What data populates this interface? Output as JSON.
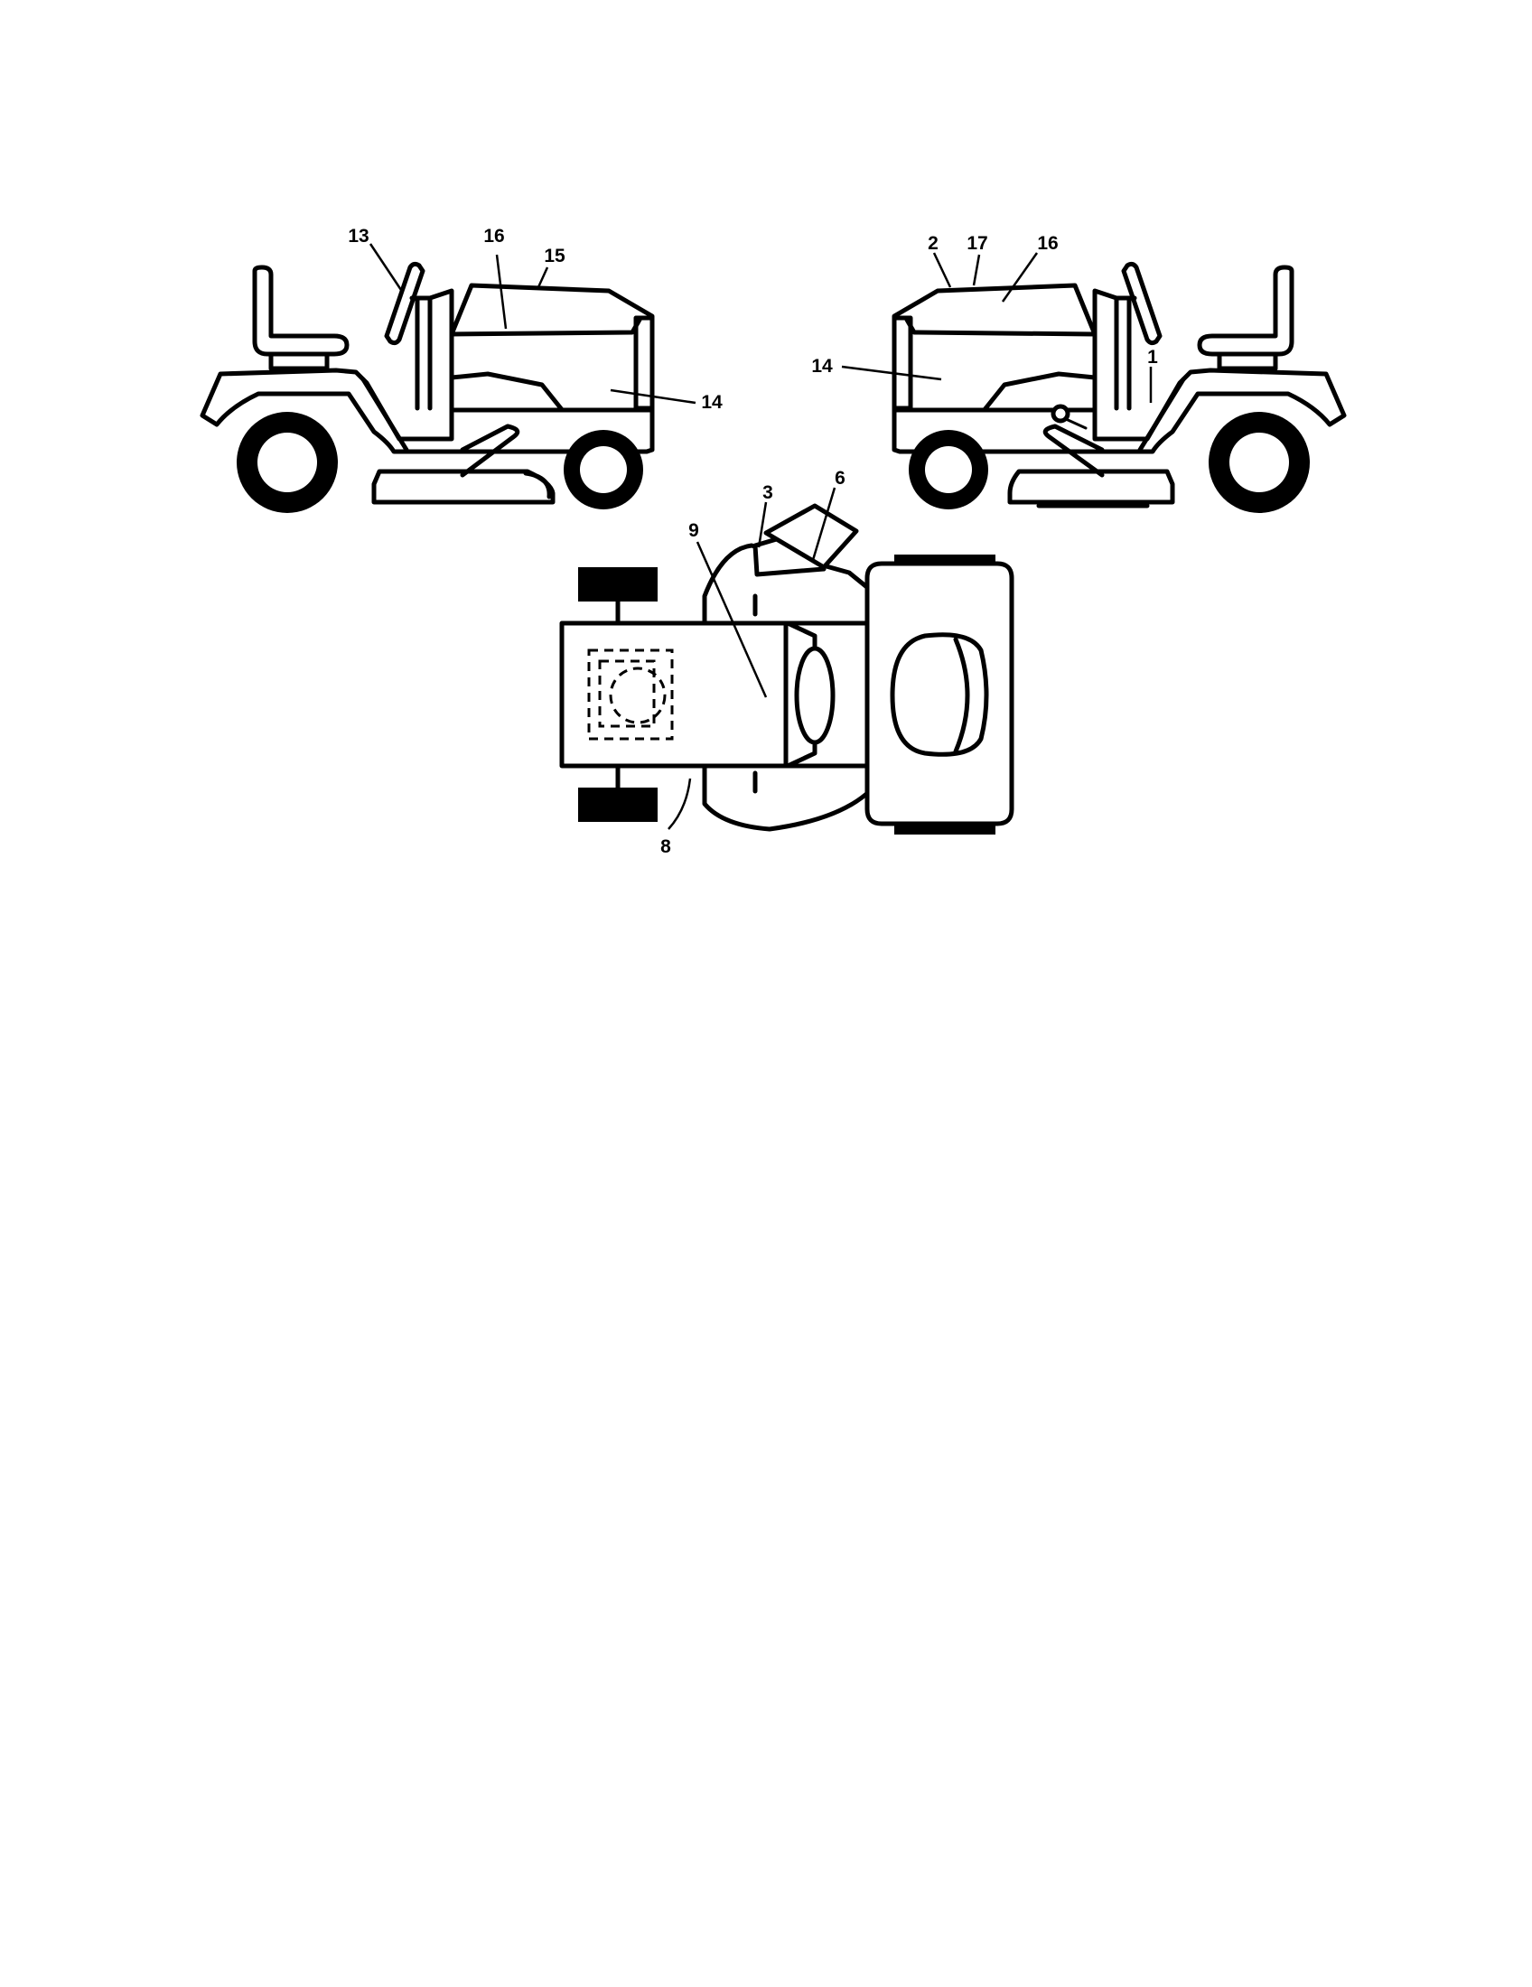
{
  "callouts": {
    "left_view": {
      "steering_wheel": "13",
      "hood_top": "16",
      "hood_front": "15",
      "side_panel": "14"
    },
    "right_view": {
      "hood_front": "2",
      "hood_top": "17",
      "hood_side": "16",
      "side_panel": "14",
      "dash": "1"
    },
    "top_view": {
      "chute": "3",
      "chute_deflector": "6",
      "hood": "9",
      "deck_front": "8"
    }
  }
}
